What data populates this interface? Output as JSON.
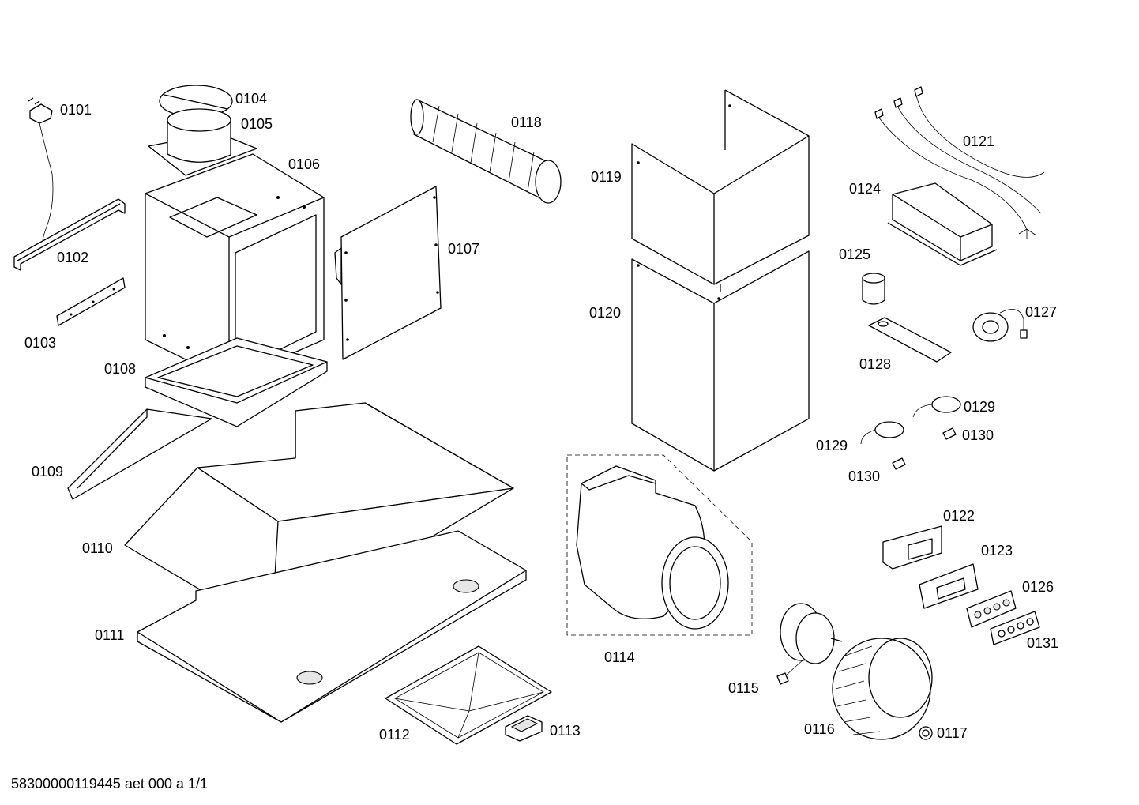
{
  "diagram": {
    "parts": [
      {
        "id": "p0101",
        "label": "0101",
        "icon": "power-cord-icon"
      },
      {
        "id": "p0102",
        "label": "0102",
        "icon": "mounting-bracket-icon"
      },
      {
        "id": "p0103",
        "label": "0103",
        "icon": "bracket-strip-icon"
      },
      {
        "id": "p0104",
        "label": "0104",
        "icon": "backdraft-flap-icon"
      },
      {
        "id": "p0105",
        "label": "0105",
        "icon": "duct-collar-icon"
      },
      {
        "id": "p0106",
        "label": "0106",
        "icon": "housing-box-icon"
      },
      {
        "id": "p0107",
        "label": "0107",
        "icon": "side-panel-icon"
      },
      {
        "id": "p0108",
        "label": "0108",
        "icon": "frame-icon"
      },
      {
        "id": "p0109",
        "label": "0109",
        "icon": "cover-strip-icon"
      },
      {
        "id": "p0110",
        "label": "0110",
        "icon": "hood-canopy-icon"
      },
      {
        "id": "p0111",
        "label": "0111",
        "icon": "hood-base-icon"
      },
      {
        "id": "p0112",
        "label": "0112",
        "icon": "grease-filter-icon"
      },
      {
        "id": "p0113",
        "label": "0113",
        "icon": "filter-handle-icon"
      },
      {
        "id": "p0114",
        "label": "0114",
        "icon": "blower-housing-icon"
      },
      {
        "id": "p0115",
        "label": "0115",
        "icon": "motor-icon"
      },
      {
        "id": "p0116",
        "label": "0116",
        "icon": "fan-wheel-icon"
      },
      {
        "id": "p0117",
        "label": "0117",
        "icon": "nut-icon"
      },
      {
        "id": "p0118",
        "label": "0118",
        "icon": "flex-duct-icon"
      },
      {
        "id": "p0119",
        "label": "0119",
        "icon": "upper-chimney-icon"
      },
      {
        "id": "p0120",
        "label": "0120",
        "icon": "lower-chimney-icon"
      },
      {
        "id": "p0121",
        "label": "0121",
        "icon": "wire-harness-icon"
      },
      {
        "id": "p0122",
        "label": "0122",
        "icon": "switch-housing-icon"
      },
      {
        "id": "p0123",
        "label": "0123",
        "icon": "switch-bracket-icon"
      },
      {
        "id": "p0124",
        "label": "0124",
        "icon": "control-box-icon"
      },
      {
        "id": "p0125",
        "label": "0125",
        "icon": "capacitor-icon"
      },
      {
        "id": "p0126",
        "label": "0126",
        "icon": "push-button-switch-icon"
      },
      {
        "id": "p0127",
        "label": "0127",
        "icon": "choke-coil-icon"
      },
      {
        "id": "p0128",
        "label": "0128",
        "icon": "capacitor-plate-icon"
      },
      {
        "id": "p0129a",
        "label": "0129",
        "icon": "lamp-holder-icon"
      },
      {
        "id": "p0129b",
        "label": "0129",
        "icon": "lamp-holder-icon"
      },
      {
        "id": "p0130a",
        "label": "0130",
        "icon": "bulb-icon"
      },
      {
        "id": "p0130b",
        "label": "0130",
        "icon": "bulb-icon"
      },
      {
        "id": "p0131",
        "label": "0131",
        "icon": "button-cover-icon"
      }
    ],
    "footer": "58300000119445 aet 000 a 1/1"
  }
}
